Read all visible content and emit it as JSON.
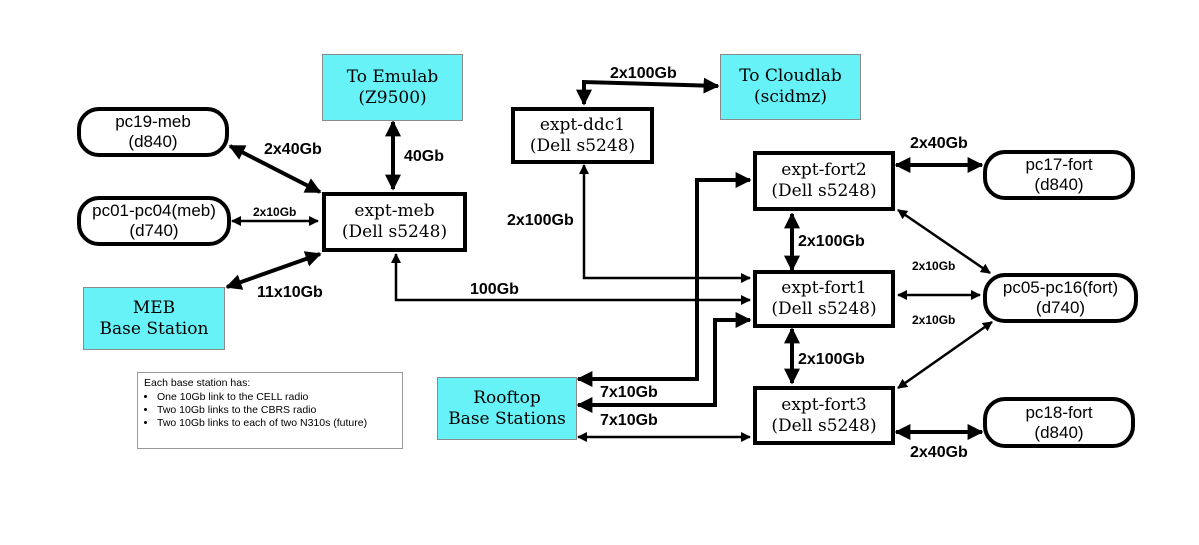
{
  "external_nodes": {
    "emulab": {
      "line1": "To Emulab",
      "line2": "(Z9500)"
    },
    "cloudlab": {
      "line1": "To Cloudlab",
      "line2": "(scidmz)"
    },
    "meb_base": {
      "line1": "MEB",
      "line2": "Base Station"
    },
    "rooftop_base": {
      "line1": "Rooftop",
      "line2": "Base Stations"
    }
  },
  "switches": {
    "expt_ddc1": {
      "line1": "expt-ddc1",
      "line2": "(Dell s5248)"
    },
    "expt_meb": {
      "line1": "expt-meb",
      "line2": "(Dell s5248)"
    },
    "expt_fort2": {
      "line1": "expt-fort2",
      "line2": "(Dell s5248)"
    },
    "expt_fort1": {
      "line1": "expt-fort1",
      "line2": "(Dell s5248)"
    },
    "expt_fort3": {
      "line1": "expt-fort3",
      "line2": "(Dell s5248)"
    }
  },
  "hosts": {
    "pc19_meb": {
      "line1": "pc19-meb",
      "line2": "(d840)"
    },
    "pc01_pc04_meb": {
      "line1": "pc01-pc04(meb)",
      "line2": "(d740)"
    },
    "pc17_fort": {
      "line1": "pc17-fort",
      "line2": "(d840)"
    },
    "pc05_pc16_fort": {
      "line1": "pc05-pc16(fort)",
      "line2": "(d740)"
    },
    "pc18_fort": {
      "line1": "pc18-fort",
      "line2": "(d840)"
    }
  },
  "link_labels": {
    "pc19_meb": "2x40Gb",
    "pc01_meb": "2x10Gb",
    "meb_base": "11x10Gb",
    "emulab_meb": "40Gb",
    "ddc1_cloudlab": "2x100Gb",
    "ddc1_fort1": "2x100Gb",
    "meb_fort1": "100Gb",
    "fort2_pc17": "2x40Gb",
    "fort2_fort1": "2x100Gb",
    "fort2_pc05": "2x10Gb",
    "fort1_pc05": "2x10Gb",
    "fort1_fort3": "2x100Gb",
    "rooftop_fort2_fort1": "7x10Gb",
    "rooftop_fort3": "7x10Gb",
    "fort3_pc18": "2x40Gb"
  },
  "notes": {
    "heading": "Each base station has:",
    "items": [
      "One 10Gb link to the CELL radio",
      "Two 10Gb links to the CBRS radio",
      "Two 10Gb links to each of two N310s (future)"
    ]
  }
}
